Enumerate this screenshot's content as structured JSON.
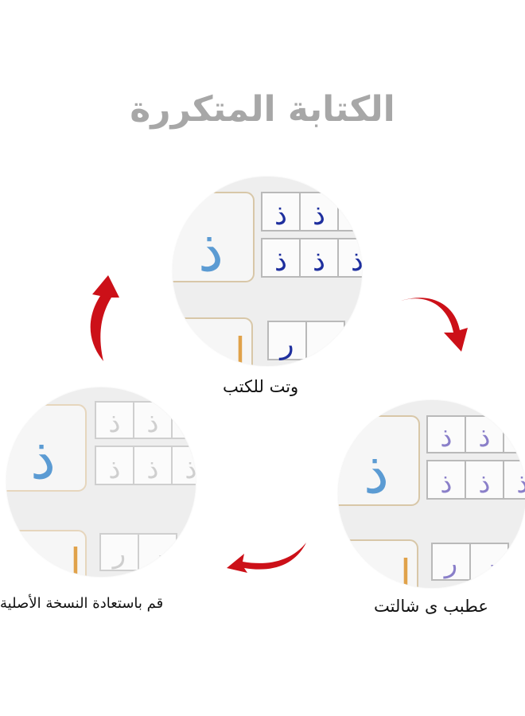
{
  "title": "الكتابة المتكررة",
  "steps": [
    {
      "caption": "وتت للكتب",
      "letter_big": "ذ",
      "cell_letter": "ذ",
      "row3_letter": "ر",
      "ink": "#1e2f9e"
    },
    {
      "caption": "عطبب ى شالتت",
      "letter_big": "ذ",
      "cell_letter": "ذ",
      "row3_letter": "ر",
      "ink": "#8a7fc9"
    },
    {
      "caption": "قم باستعادة النسخة الأصلية",
      "letter_big": "ذ",
      "cell_letter": "ذ",
      "row3_letter": "ر",
      "ink": "#cfcfcf"
    }
  ],
  "colors": {
    "arrow": "#cc1018",
    "big_letter": "#5b9bd3",
    "accent_letter": "#e0a24a",
    "grid": "#b9b9b9"
  }
}
